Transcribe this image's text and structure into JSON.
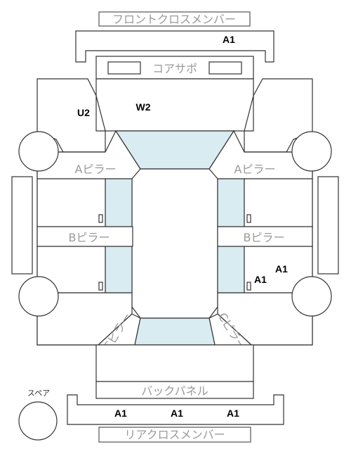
{
  "parts": {
    "front_cross_member": "フロントクロスメンバー",
    "core_support": "コアサポ",
    "a_pillar_left": "Aピラー",
    "a_pillar_right": "Aピラー",
    "b_pillar_left": "Bピラー",
    "b_pillar_right": "Bピラー",
    "c_pillar_left": "Cピラー",
    "c_pillar_right": "Cピラー",
    "back_panel": "バックパネル",
    "rear_cross_member": "リアクロスメンバー",
    "spare": "スペア"
  },
  "damage_codes": {
    "front_cross_member": "A1",
    "core_support_left": "U2",
    "core_support_center": "W2",
    "right_rear_upper": "A1",
    "right_rear_lower": "A1",
    "rear_cross_left": "A1",
    "rear_cross_center": "A1",
    "rear_cross_right": "A1"
  },
  "colors": {
    "glass": "#d8ecf1",
    "outline": "#333333",
    "label_gray": "#9a9a9a"
  }
}
